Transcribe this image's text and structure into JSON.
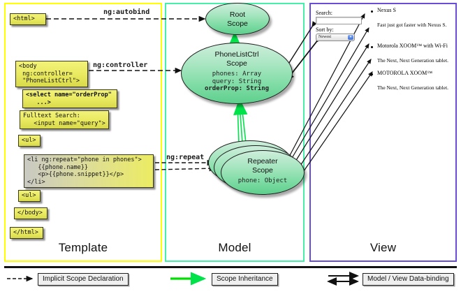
{
  "columns": [
    {
      "key": "template",
      "label": "Template",
      "border": "#ffff00"
    },
    {
      "key": "model",
      "label": "Model",
      "border": "#46f0a8"
    },
    {
      "key": "view",
      "label": "View",
      "border": "#6a4cdb"
    }
  ],
  "template": {
    "boxes": [
      {
        "id": "html-open",
        "text": "<html>"
      },
      {
        "id": "body-open",
        "text": "<body\n ng:controller=\n \"PhoneListCtrl\">"
      },
      {
        "id": "select-orderprop",
        "text": "<select name=\"orderProp\"\n   ...>"
      },
      {
        "id": "fulltext-search",
        "text": "Fulltext Search:\n   <input name=\"query\">"
      },
      {
        "id": "ul-open",
        "text": "<ul>"
      },
      {
        "id": "li-repeat",
        "text": "<li ng:repeat=\"phone in phones\">\n   {{phone.name}}\n   <p>{{phone.snippet}}</p>\n</li>"
      },
      {
        "id": "ul-close",
        "text": "<ul>"
      },
      {
        "id": "body-close",
        "text": "</body>"
      },
      {
        "id": "html-close",
        "text": "</html>"
      }
    ]
  },
  "wires": {
    "autobind": "ng:autobind",
    "controller": "ng:controller",
    "repeat": "ng:repeat"
  },
  "model": {
    "scopes": [
      {
        "id": "root-scope",
        "title": "Root\nScope",
        "props": ""
      },
      {
        "id": "phonelistctrl-scope",
        "title": "PhoneListCtrl\nScope",
        "props_plain": [
          "phones: Array",
          "query: String"
        ],
        "props_bold": [
          "orderProp: String"
        ]
      },
      {
        "id": "repeater-scope",
        "title": "Repeater\nScope",
        "props_plain": [
          "phone: Object"
        ]
      }
    ]
  },
  "view": {
    "search_label": "Search:",
    "search_value": "",
    "sort_label": "Sort by:",
    "sort_selected": "Newest",
    "sort_options": [
      "Newest"
    ],
    "phones": [
      {
        "name": "Nexus S",
        "snippet": "Fast just got faster with Nexus S."
      },
      {
        "name": "Motorola XOOM™  with Wi-Fi",
        "snippet": "The Next, Next Generation tablet."
      },
      {
        "name": "MOTOROLA XOOM™",
        "snippet": "The Next, Next Generation tablet."
      }
    ]
  },
  "legend": [
    {
      "id": "implicit-scope-declaration",
      "label": "Implicit Scope Declaration",
      "style": "dashed",
      "color": "#111111"
    },
    {
      "id": "scope-inheritance",
      "label": "Scope Inheritance",
      "style": "solid",
      "color": "#00e000"
    },
    {
      "id": "model-view-data-binding",
      "label": "Model / View Data-binding",
      "style": "double",
      "color": "#111111"
    }
  ]
}
